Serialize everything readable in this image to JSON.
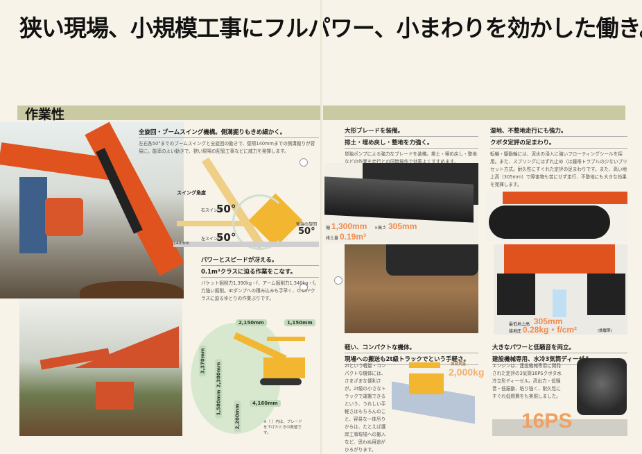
{
  "headline": "狭い現場、小規模工事にフルパワー、小まわりを効かした働き。",
  "section_label": "作業性",
  "features": [
    {
      "title": [
        "全旋回・ブームスイング機構。側溝掘りもきめ細かく。"
      ],
      "body": "左右各50°までのブームスイングと全旋回の動きで、壁際140mmまでの側溝掘りが容易に。能率のよい動きで、狭い現場の配管工事などに威力を発揮します。"
    },
    {
      "title": [
        "パワーとスピードが冴える。",
        "0.1m³クラスに迫る作業をこなす。"
      ],
      "body": "バケット掘削力1,390kg・f、アーム掘削力1,340kg・f。力強い掘削。4tダンプへの積み込みも手早く、0.1m³クラスに迫るゆとりの作業ぶりです。"
    },
    {
      "title": [
        "大形ブレードを装備。",
        "排土・埋め戻し・整地を力強く。"
      ],
      "body": "単独ポンプによる強力なブレードを装備。排土・埋め戻し・整地などの作業を走行との同時操作で効率よくすすめます。"
    },
    {
      "title": [
        "湿地、不整地走行にも強力。",
        "クボタ定評の足まわり。"
      ],
      "body": "転輪・駆動輪には、泥水の浸入に強いフローティングシールを採用。また、スプリングにはずれ止め（は履帯トラブルの少ないプリセット方式。耐久性にすぐれた定評の足まわりです。また、高い地上高（305mm）で障害物も苦にせず走行、不整地にも大きな効果を発揮します。"
    },
    {
      "title": [
        "軽い、コンパクトな機体。",
        "現場への搬送も2t級トラックでという手軽さ。"
      ],
      "body": "2tという軽量・コンパクトな機体には、さまざまな便利さが。2t級の小さなトラックで運搬できるという、うれしい手軽さはもちろんのこと、容易な一体吊りからは、たとえば護岸工事現場への搬入など、思わぬ用途がひろがります。"
    },
    {
      "title": [
        "大きなパワーと低騒音を両立。",
        "建設機械専用、水冷3気筒ディーゼル。"
      ],
      "body": "エンジンは、建設機械専用に開発された定評の3気筒16PSクボタ水冷立形ディーゼル。高出力・低騒音・低振動、粘り強く、耐久性にすぐれ低燃費をも実現しました。"
    }
  ],
  "swing": {
    "title": "スイング角度",
    "left_label": "左スイング",
    "right_label": "右スイング",
    "rear_label": "後端の旋回",
    "angle_left": "50°",
    "angle_right": "50°",
    "angle_rear": "50°",
    "offset": "140mm"
  },
  "dimensions": {
    "values": [
      "2,150mm",
      "1,150mm",
      "3,370mm",
      "2,380mm",
      "1,580mm",
      "2,200mm",
      "4,160mm"
    ],
    "note": "※（ ）内は、ブレードを下げたときの数値です。"
  },
  "blade": {
    "width_label": "幅",
    "width": "1,300mm",
    "height_label": "×高さ",
    "height": "305mm",
    "volume_label": "排土量",
    "volume": "0.19m³"
  },
  "ground": {
    "clearance_label": "最低地上高",
    "clearance": "305mm",
    "pressure_label": "接地圧",
    "pressure": "0.28kg・f/cm²",
    "pressure_note": "(鉄履帯)"
  },
  "weight": {
    "label": "機械質量",
    "value": "2,000kg"
  },
  "engine": {
    "power": "16PS"
  },
  "colors": {
    "band": "#c9c9a2",
    "accent_orange": "#f08a50",
    "machine_orange": "#e0521e",
    "machine_yellow": "#f2b630"
  }
}
